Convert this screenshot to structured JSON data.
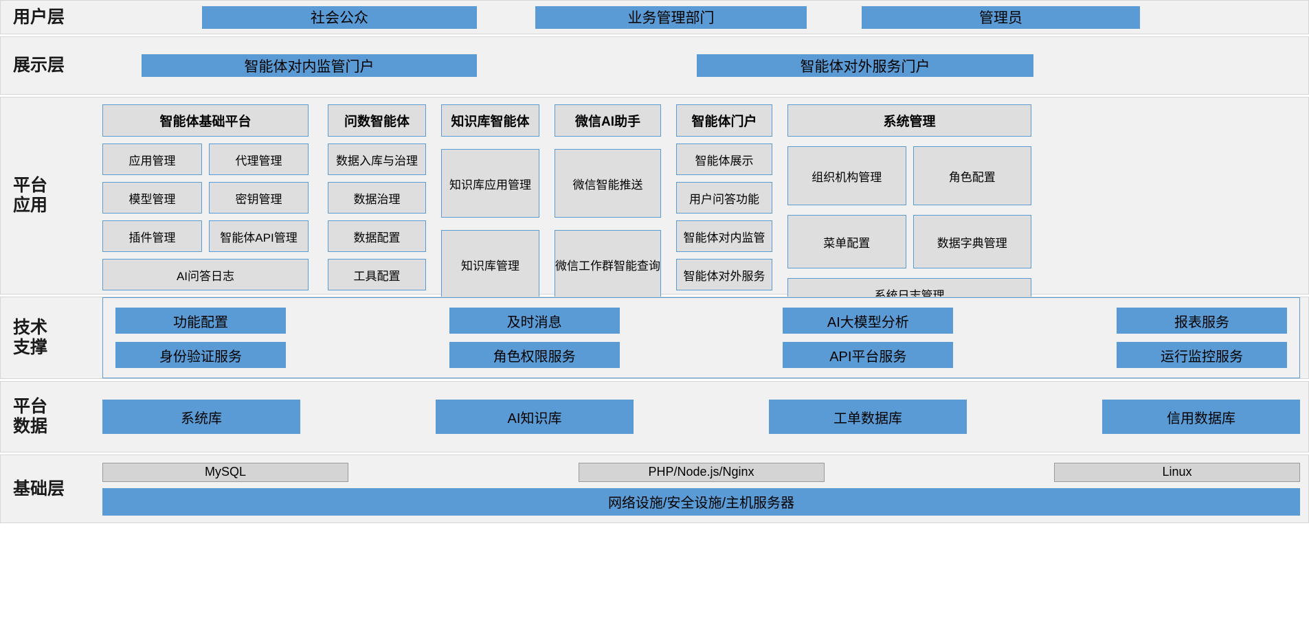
{
  "layers": {
    "user": {
      "label": "用户层",
      "items": [
        {
          "name": "社会公众"
        },
        {
          "name": "业务管理部门"
        },
        {
          "name": "管理员"
        }
      ]
    },
    "presentation": {
      "label": "展示层",
      "items": [
        {
          "name": "智能体对内监管门户"
        },
        {
          "name": "智能体对外服务门户"
        }
      ]
    },
    "platform_app": {
      "label": "平台\n应用",
      "groups": [
        {
          "title": "智能体基础平台",
          "pairs": [
            [
              "应用管理",
              "代理管理"
            ],
            [
              "模型管理",
              "密钥管理"
            ],
            [
              "插件管理",
              "智能体API管理"
            ]
          ],
          "full": "AI问答日志"
        },
        {
          "title": "问数智能体",
          "items": [
            "数据入库与治理",
            "数据治理",
            "数据配置",
            "工具配置"
          ]
        },
        {
          "title": "知识库智能体",
          "items": [
            "知识库应用管理",
            "知识库管理"
          ]
        },
        {
          "title": "微信AI助手",
          "items": [
            "微信智能推送",
            "微信工作群智能查询"
          ]
        },
        {
          "title": "智能体门户",
          "items": [
            "智能体展示",
            "用户问答功能",
            "智能体对内监管",
            "智能体对外服务"
          ]
        },
        {
          "title": "系统管理",
          "pairs": [
            [
              "组织机构管理",
              "角色配置"
            ],
            [
              "菜单配置",
              "数据字典管理"
            ]
          ],
          "full": "系统日志管理"
        }
      ]
    },
    "tech_support": {
      "label": "技术\n支撑",
      "row1": [
        "功能配置",
        "及时消息",
        "AI大模型分析",
        "报表服务"
      ],
      "row2": [
        "身份验证服务",
        "角色权限服务",
        "API平台服务",
        "运行监控服务"
      ]
    },
    "platform_data": {
      "label": "平台\n数据",
      "items": [
        "系统库",
        "AI知识库",
        "工单数据库",
        "信用数据库"
      ]
    },
    "base": {
      "label": "基础层",
      "stack": [
        "MySQL",
        "PHP/Node.js/Nginx",
        "Linux"
      ],
      "infra": "网络设施/安全设施/主机服务器"
    }
  },
  "colors": {
    "blue_fill": "#5b9bd5",
    "grey_fill": "#dedede",
    "band_bg": "#f1f1f1",
    "border_grey": "#d5d5d5"
  }
}
